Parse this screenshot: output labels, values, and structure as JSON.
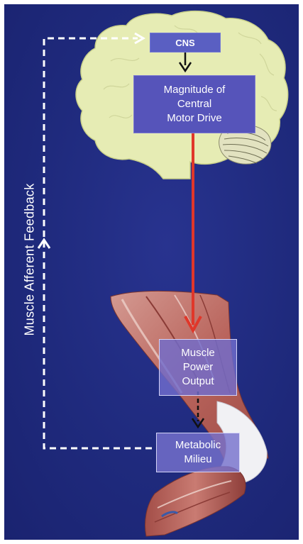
{
  "diagram": {
    "nodes": {
      "cns": "CNS",
      "central_motor_drive": "Magnitude of\nCentral\nMotor Drive",
      "muscle_power_output": "Muscle\nPower\nOutput",
      "metabolic_milieu": "Metabolic\nMilieu"
    },
    "feedback_label": "Muscle Afferent Feedback",
    "colors": {
      "background": "#1f2a7d",
      "brain": "#e6ecb4",
      "motor_drive_arrow": "#e0372a",
      "feedback_line": "#ffffff",
      "box_fill": "#5a5fc2"
    },
    "edges": [
      {
        "from": "cns",
        "to": "central_motor_drive",
        "style": "solid-black"
      },
      {
        "from": "central_motor_drive",
        "to": "muscle_power_output",
        "style": "solid-red"
      },
      {
        "from": "muscle_power_output",
        "to": "metabolic_milieu",
        "style": "dashed-black"
      },
      {
        "from": "metabolic_milieu",
        "to": "cns",
        "style": "dashed-white"
      }
    ]
  }
}
